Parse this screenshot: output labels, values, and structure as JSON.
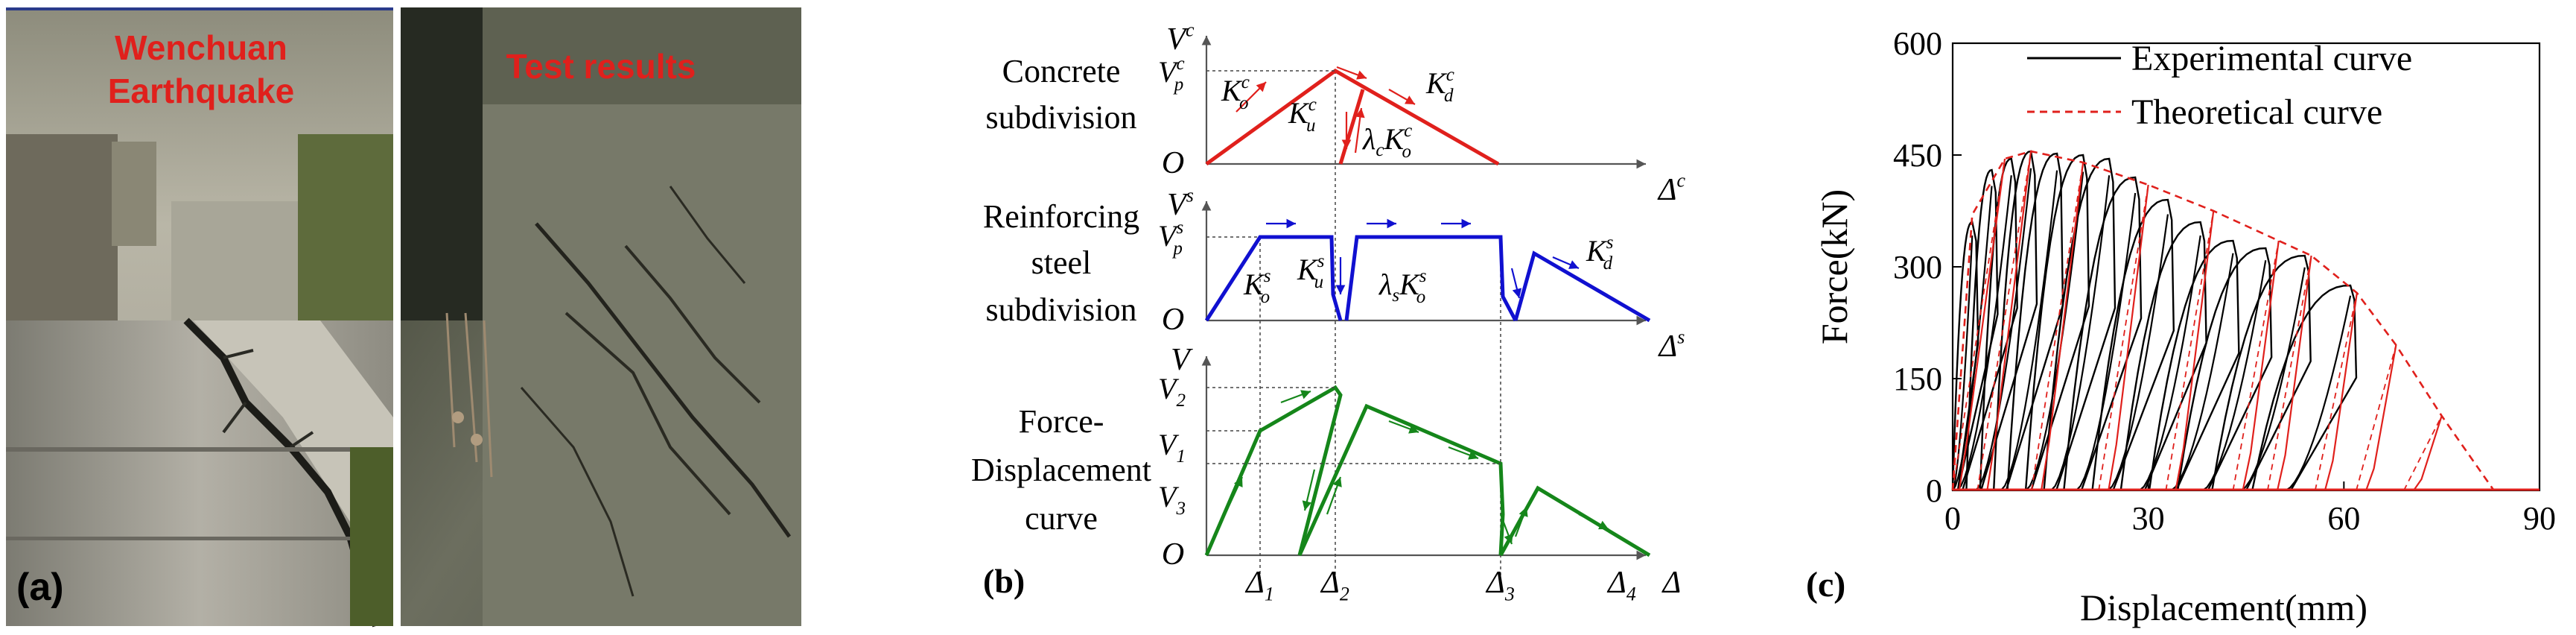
{
  "panel_a": {
    "label": "(a)",
    "left_caption_line1": "Wenchuan",
    "left_caption_line2": "Earthquake",
    "right_caption": "Test results",
    "caption_color": "#e0201c"
  },
  "panel_b": {
    "label": "(b)",
    "rows": [
      {
        "title_lines": [
          "Concrete",
          "subdivision"
        ],
        "y_axis_symbol": "V",
        "y_axis_sup": "c",
        "x_axis_symbol": "Δ",
        "x_axis_sup": "c",
        "origin": "O",
        "color": "#e0201c",
        "ticks": [
          {
            "base": "V",
            "sub": "p",
            "sup": "c"
          }
        ],
        "stiffness_labels": [
          {
            "base": "K",
            "sub": "o",
            "sup": "c"
          },
          {
            "base": "K",
            "sub": "u",
            "sup": "c"
          },
          {
            "base": "K",
            "sub": "d",
            "sup": "c"
          },
          {
            "pre": "λ",
            "pre_sub": "c",
            "base": "K",
            "sub": "o",
            "sup": "c"
          }
        ]
      },
      {
        "title_lines": [
          "Reinforcing",
          "steel",
          "subdivision"
        ],
        "y_axis_symbol": "V",
        "y_axis_sup": "s",
        "x_axis_symbol": "Δ",
        "x_axis_sup": "s",
        "origin": "O",
        "color": "#1010d0",
        "ticks": [
          {
            "base": "V",
            "sub": "p",
            "sup": "s"
          }
        ],
        "stiffness_labels": [
          {
            "base": "K",
            "sub": "o",
            "sup": "s"
          },
          {
            "base": "K",
            "sub": "u",
            "sup": "s"
          },
          {
            "base": "K",
            "sub": "d",
            "sup": "s"
          },
          {
            "pre": "λ",
            "pre_sub": "s",
            "base": "K",
            "sub": "o",
            "sup": "s"
          }
        ]
      },
      {
        "title_lines": [
          "Force-",
          "Displacement",
          "curve"
        ],
        "y_axis_symbol": "V",
        "x_axis_symbol": "Δ",
        "origin": "O",
        "color": "#15861a",
        "ticks": [
          {
            "base": "V",
            "sub": "2"
          },
          {
            "base": "V",
            "sub": "1"
          },
          {
            "base": "V",
            "sub": "3"
          }
        ]
      }
    ],
    "x_ticks": [
      {
        "base": "Δ",
        "sub": "1"
      },
      {
        "base": "Δ",
        "sub": "2"
      },
      {
        "base": "Δ",
        "sub": "3"
      },
      {
        "base": "Δ",
        "sub": "4"
      }
    ]
  },
  "panel_c": {
    "label": "(c)",
    "chart_data": {
      "type": "line",
      "xlabel": "Displacement(mm)",
      "ylabel": "Force(kN)",
      "xlim": [
        0,
        90
      ],
      "ylim": [
        0,
        600
      ],
      "xticks": [
        0,
        30,
        60,
        90
      ],
      "yticks": [
        0,
        150,
        300,
        450,
        600
      ],
      "legend_position": "top-right",
      "series": [
        {
          "name": "Experimental curve",
          "style": "solid",
          "color": "#000000",
          "peaks": [
            [
              3,
              360
            ],
            [
              6,
              430
            ],
            [
              9,
              445
            ],
            [
              12,
              455
            ],
            [
              16,
              452
            ],
            [
              20,
              450
            ],
            [
              24,
              445
            ],
            [
              28,
              420
            ],
            [
              33,
              390
            ],
            [
              38,
              360
            ],
            [
              43,
              335
            ],
            [
              48,
              325
            ],
            [
              54,
              315
            ],
            [
              61,
              275
            ]
          ]
        },
        {
          "name": "Theoretical curve",
          "style": "dashed",
          "color": "#e0201c",
          "envelope": [
            [
              0,
              0
            ],
            [
              3,
              370
            ],
            [
              8,
              445
            ],
            [
              12,
              455
            ],
            [
              20,
              440
            ],
            [
              30,
              410
            ],
            [
              40,
              375
            ],
            [
              50,
              335
            ],
            [
              55,
              315
            ],
            [
              62,
              265
            ],
            [
              68,
              195
            ],
            [
              75,
              100
            ],
            [
              83,
              0
            ]
          ],
          "unload_points": [
            [
              8,
              445
            ],
            [
              12,
              455
            ],
            [
              20,
              440
            ],
            [
              30,
              410
            ],
            [
              40,
              375
            ],
            [
              50,
              335
            ],
            [
              55,
              315
            ],
            [
              62,
              265
            ],
            [
              68,
              195
            ],
            [
              75,
              100
            ]
          ]
        }
      ]
    }
  }
}
